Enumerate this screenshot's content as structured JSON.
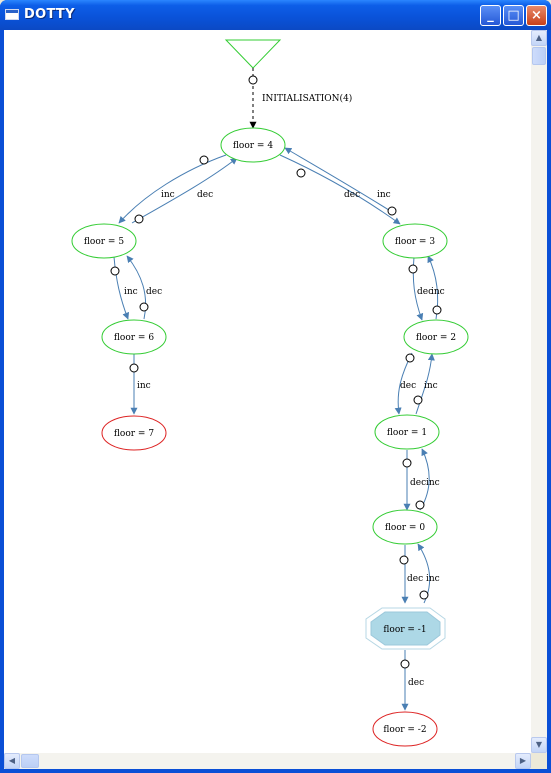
{
  "window": {
    "title": "DOTTY"
  },
  "titlebar_buttons": {
    "minimize": "_",
    "maximize": "□",
    "close": "×"
  },
  "graph": {
    "start_edge_label": "INITIALISATION(4)",
    "nodes": {
      "n4": "floor = 4",
      "n5": "floor = 5",
      "n3": "floor = 3",
      "n6": "floor = 6",
      "n2": "floor = 2",
      "n7": "floor = 7",
      "n1": "floor = 1",
      "n0": "floor = 0",
      "nm1": "floor = -1",
      "nm2": "floor = -2"
    },
    "edge_labels": {
      "inc": "inc",
      "dec": "dec"
    },
    "colors": {
      "normal_node": "#33cc33",
      "terminal_node": "#dd2222",
      "current_node_fill": "#add8e6",
      "start_marker": "#33cc33",
      "edge": "#4a7fb3"
    }
  }
}
